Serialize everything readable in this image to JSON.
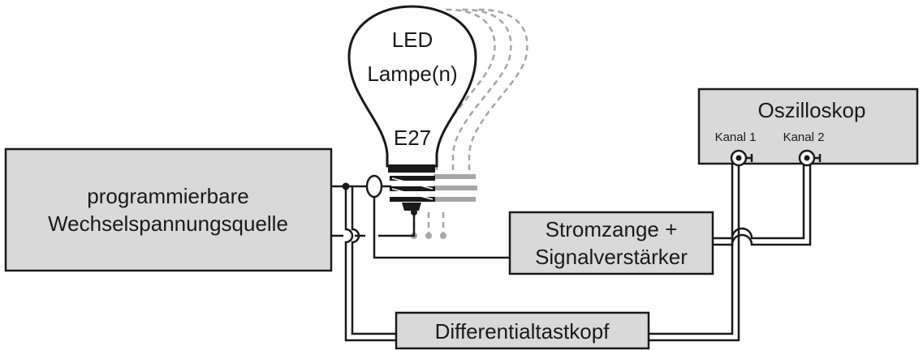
{
  "diagram": {
    "lamp": {
      "line1": "LED",
      "line2": "Lampe(n)",
      "socket": "E27"
    },
    "source": {
      "line1": "programmierbare",
      "line2": "Wechselspannungsquelle"
    },
    "current_clamp": {
      "line1": "Stromzange +",
      "line2": "Signalverstärker"
    },
    "oscilloscope": {
      "title": "Oszilloskop",
      "channel1": "Kanal 1",
      "channel2": "Kanal 2"
    },
    "probe": {
      "label": "Differentialtastkopf"
    }
  },
  "colors": {
    "box_fill": "#d9d9d9",
    "stroke": "#1a1a1a",
    "ghost": "#a6a6a6"
  }
}
